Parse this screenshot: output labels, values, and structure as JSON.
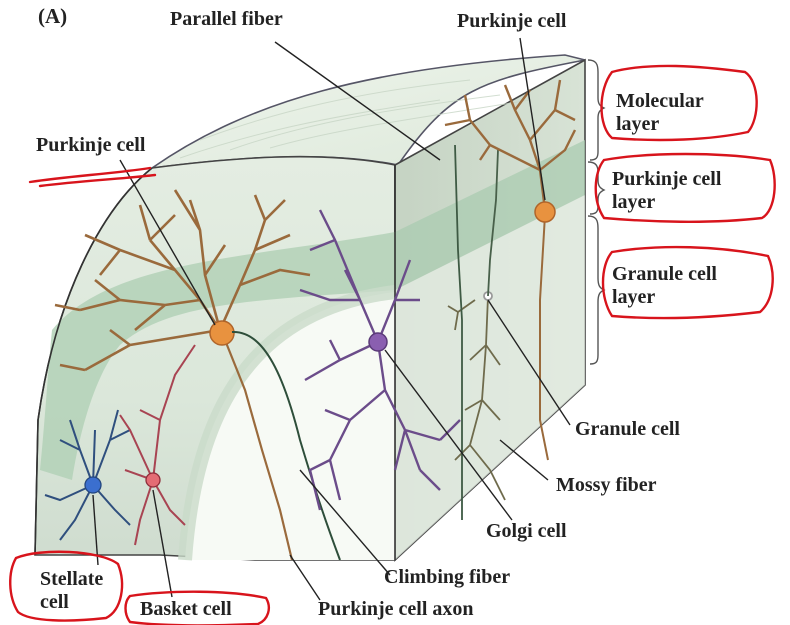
{
  "panel_label": "(A)",
  "labels": {
    "parallel_fiber": "Parallel fiber",
    "purkinje_top": "Purkinje cell",
    "purkinje_left": "Purkinje cell",
    "molecular_l1": "Molecular",
    "molecular_l2": "layer",
    "purkinje_layer_l1": "Purkinje cell",
    "purkinje_layer_l2": "layer",
    "granule_layer_l1": "Granule cell",
    "granule_layer_l2": "layer",
    "granule_cell": "Granule cell",
    "mossy_fiber": "Mossy fiber",
    "golgi_cell": "Golgi cell",
    "climbing_fiber": "Climbing fiber",
    "purkinje_axon": "Purkinje cell axon",
    "stellate_l1": "Stellate",
    "stellate_l2": "cell",
    "basket_cell": "Basket cell"
  },
  "colors": {
    "molecular": "#e6efe4",
    "purkinje_band": "#b9d6bd",
    "granule": "#dce7dc",
    "white_matter": "#f4f7f1",
    "purkinje": "#9a6a3c",
    "purkinje_soma": "#e8923f",
    "golgi": "#6b4c8a",
    "stellate": "#2f4f7e",
    "basket": "#a84452",
    "annotation": "#d8141c",
    "leader": "#222222"
  }
}
